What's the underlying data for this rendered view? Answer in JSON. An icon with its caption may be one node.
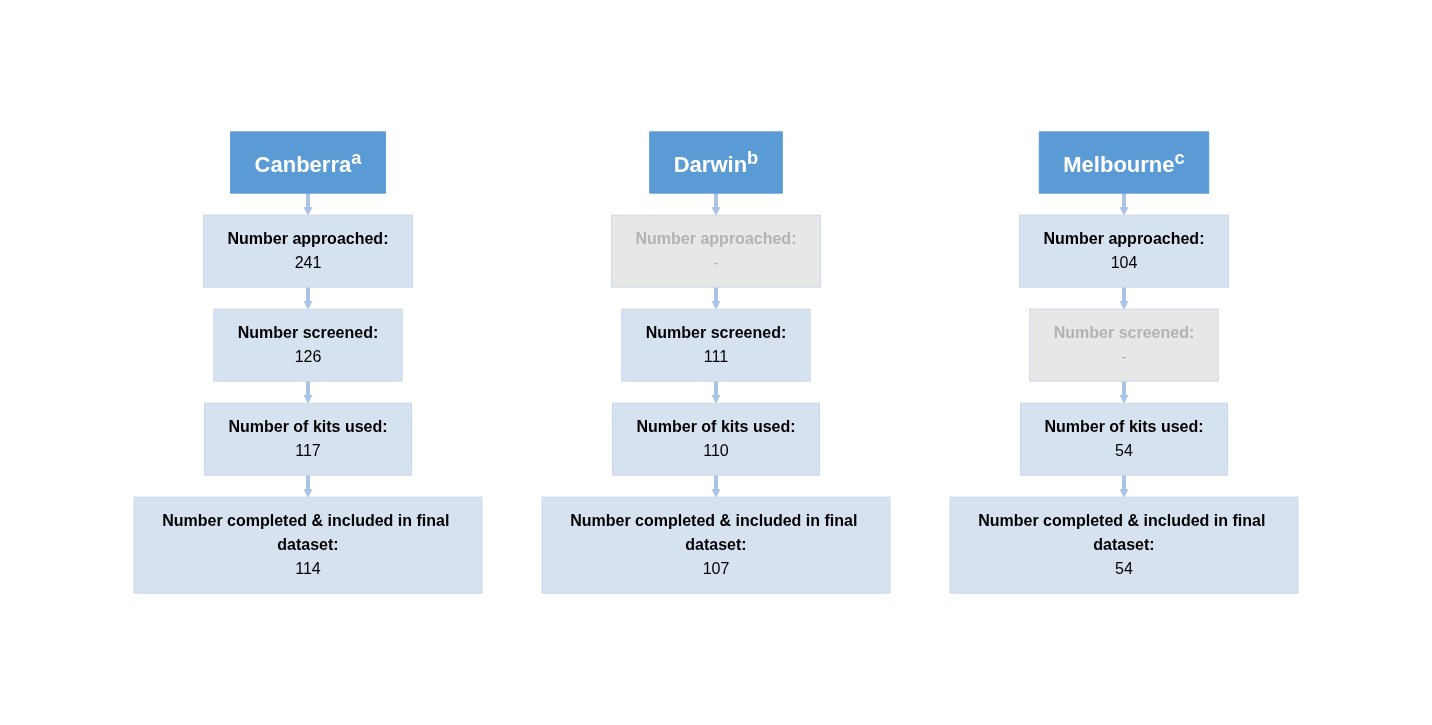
{
  "diagram": {
    "nodes": [
      {
        "text": [
          "Canberra$^{a}$"
        ]
      },
      {
        "text": [
          "Number approached:",
          "241"
        ]
      },
      {
        "text": [
          "Number screened:",
          "126"
        ]
      },
      {
        "text": [
          "Number of kits used:",
          "117"
        ]
      },
      {
        "text": [
          "Number completed & included in final dataset:",
          "114"
        ]
      },
      {
        "text": [
          "Darwin$^{b}$"
        ]
      },
      {
        "text": [
          "Number approached:",
          "-"
        ]
      },
      {
        "text": [
          "Number screened:",
          "111"
        ]
      },
      {
        "text": [
          "Number of kits used:",
          "110"
        ]
      },
      {
        "text": [
          "Number completed & included in final dataset:",
          "107"
        ]
      },
      {
        "text": [
          "Melbourne$^{c}$"
        ]
      },
      {
        "text": [
          "Number approached:",
          "104"
        ]
      },
      {
        "text": [
          "Number screened:",
          "-"
        ]
      },
      {
        "text": [
          "Number of kits used:",
          "54"
        ]
      },
      {
        "text": [
          "Number completed & included in final dataset:",
          "54"
        ]
      }
    ],
    "edges": [
      {
        "from": 0,
        "to": 1,
        "arrow": "to"
      },
      {
        "from": 1,
        "to": 2,
        "arrow": "to"
      },
      {
        "from": 2,
        "to": 3,
        "arrow": "to"
      },
      {
        "from": 3,
        "to": 4,
        "arrow": "to"
      },
      {
        "from": 5,
        "to": 6,
        "arrow": "to"
      },
      {
        "from": 6,
        "to": 7,
        "arrow": "to"
      },
      {
        "from": 7,
        "to": 8,
        "arrow": "to"
      },
      {
        "from": 8,
        "to": 9,
        "arrow": "to"
      },
      {
        "from": 10,
        "to": 11,
        "arrow": "to"
      },
      {
        "from": 11,
        "to": 12,
        "arrow": "to"
      },
      {
        "from": 12,
        "to": 13,
        "arrow": "to"
      },
      {
        "from": 13,
        "to": 14,
        "arrow": "to"
      }
    ]
  }
}
